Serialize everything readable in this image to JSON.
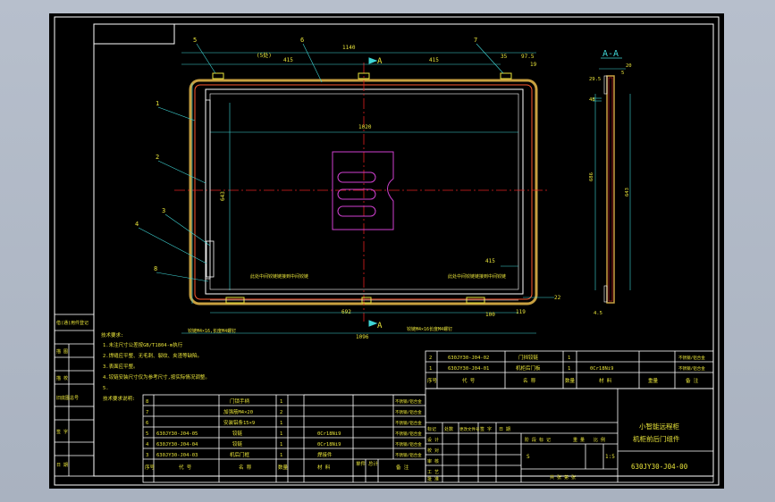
{
  "colors": {
    "background": "#000000",
    "line": "#ffffff",
    "cyan": "#3fd6d6",
    "red": "#e02020",
    "yellow": "#e8e33a",
    "gold": "#c8a040",
    "green": "#30c030",
    "magenta": "#d040d0"
  },
  "view_a": {
    "label": "A-A",
    "dims": [
      "20",
      "5",
      "29.5",
      "48",
      "686",
      "643",
      "4.5"
    ]
  },
  "balloons": [
    "5",
    "6",
    "7",
    "1",
    "2",
    "3",
    "4",
    "8"
  ],
  "main_dims": {
    "top_total": "1140",
    "top_left": "415",
    "top_right": "415",
    "top_r1": "35",
    "top_r2": "97.5",
    "top_r3": "19",
    "hole_label": "(5处)",
    "inner_width": "1020",
    "inner_height": "643",
    "right_415": "415",
    "bot_692": "692",
    "bot_119": "119",
    "bot_100": "100",
    "bot_22": "22",
    "bot_total": "1096",
    "section_mark": "A"
  },
  "notes": {
    "left_note": "此处中间铰链链接到中间铰链",
    "right_note": "此处中间铰链链接到中间铰链",
    "bottom_left_note": "铰链M4×16,长度M4螺钉",
    "bottom_right_note": "铰链M4×16长度M4螺钉"
  },
  "requirements": {
    "title": "技术要求:",
    "lines": [
      "1.未注尺寸公差按GB/T1804-m执行",
      "2.焊缝应平整、无毛刺、裂纹、夹渣等缺陷。",
      "3.表面应平整。",
      "4.铰链安装尺寸仅为参考尺寸,按实际情况调整。",
      "5.",
      "技术要求说明:"
    ]
  },
  "left_block": {
    "title": "借(通)用件登记",
    "rows": [
      "",
      "描 图",
      "",
      "描 校",
      "",
      "旧底图总号",
      "",
      "签 字",
      "日 期"
    ]
  },
  "bom_left": {
    "rows": [
      {
        "no": "8",
        "code": "",
        "name": "门锁手柄",
        "qty": "1",
        "material": "",
        "note": "不锈钢/铝合金"
      },
      {
        "no": "7",
        "code": "",
        "name": "加强筋M4×20",
        "qty": "2",
        "material": "",
        "note": "不锈钢/铝合金"
      },
      {
        "no": "6",
        "code": "",
        "name": "安装铝条15×9",
        "qty": "1",
        "material": "",
        "note": "不锈钢/铝合金"
      },
      {
        "no": "5",
        "code": "630JY30-J04-05",
        "name": "铰链",
        "qty": "1",
        "material": "0Cr18Ni9",
        "note": "不锈钢/铝合金"
      },
      {
        "no": "4",
        "code": "630JY30-J04-04",
        "name": "铰链",
        "qty": "1",
        "material": "0Cr18Ni9",
        "note": "不锈钢/铝合金"
      },
      {
        "no": "3",
        "code": "630JY30-J04-03",
        "name": "机后门框",
        "qty": "1",
        "material": "焊接件",
        "note": "不锈钢/铝合金"
      }
    ],
    "header": [
      "序号",
      "代 号",
      "名 称",
      "数量",
      "材 料",
      "单件",
      "总计",
      "备 注"
    ]
  },
  "bom_right": {
    "rows": [
      {
        "no": "2",
        "code": "630JY30-J04-02",
        "name": "门挡铰链",
        "qty": "1",
        "material": "",
        "note": "不锈钢/铝合金"
      },
      {
        "no": "1",
        "code": "630JY30-J04-01",
        "name": "机柜后门板",
        "qty": "1",
        "material": "0Cr18Ni9",
        "note": "不锈钢/铝合金"
      }
    ],
    "header": [
      "序号",
      "代 号",
      "名 称",
      "数量",
      "材 料",
      "重量",
      "备 注"
    ]
  },
  "title_block": {
    "title_line1": "小智能远程柜",
    "title_line2": "机柜前后门组件",
    "drawing_no": "630JY30-J04-00",
    "sign_rows": [
      "标记",
      "处数",
      "更改文件号",
      "签 字",
      "日 期",
      "设 计",
      "校 对",
      "审 核",
      "工 艺",
      "批 准"
    ],
    "stage_labels": [
      "阶 段 标 记",
      "重 量",
      "比 例"
    ],
    "stage_s": "S",
    "sheet": "共 张  第 张",
    "scale": "1:5"
  }
}
